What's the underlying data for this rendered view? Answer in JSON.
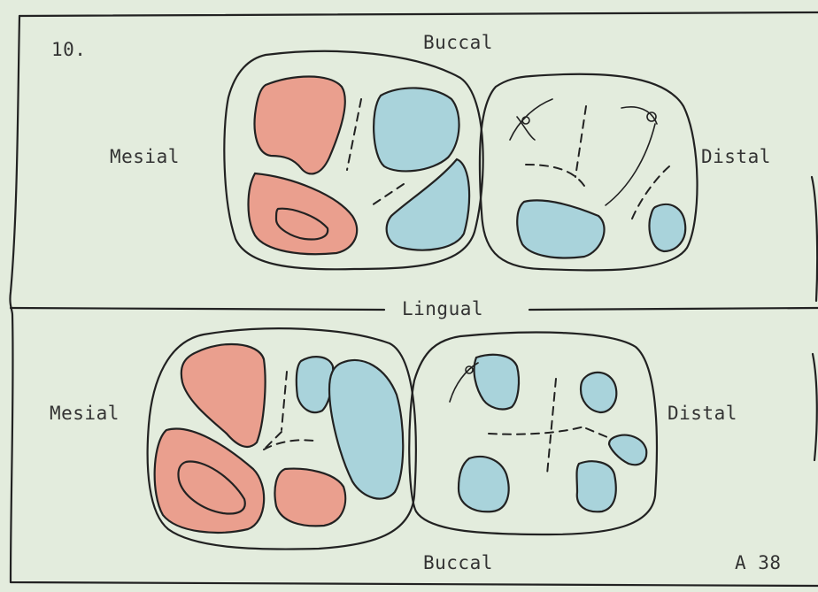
{
  "figure_number": "10.",
  "plate_id": "A 38",
  "colors": {
    "background": "#e3ecdf",
    "mesial_contact_fill": "#e9a393",
    "distal_contact_fill": "#a8d2da",
    "outline": "#222222"
  },
  "upper_panel": {
    "top_label": "Buccal",
    "left_label": "Mesial",
    "right_label": "Distal",
    "bottom_label": "Lingual"
  },
  "lower_panel": {
    "left_label": "Mesial",
    "right_label": "Distal",
    "bottom_label": "Buccal"
  }
}
